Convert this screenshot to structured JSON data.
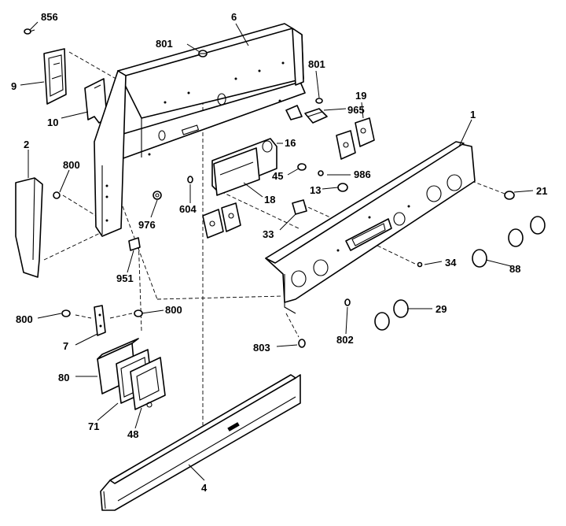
{
  "callouts": {
    "c856": "856",
    "c6": "6",
    "c801a": "801",
    "c801b": "801",
    "c9": "9",
    "c965": "965",
    "c19": "19",
    "c10": "10",
    "c1": "1",
    "c2": "2",
    "c16": "16",
    "c800a": "800",
    "c45": "45",
    "c986": "986",
    "c18": "18",
    "c13": "13",
    "c21": "21",
    "c604": "604",
    "c976": "976",
    "c33": "33",
    "c88": "88",
    "c34": "34",
    "c951": "951",
    "c800b": "800",
    "c800c": "800",
    "c29": "29",
    "c7": "7",
    "c802": "802",
    "c803": "803",
    "c80": "80",
    "c71": "71",
    "c48": "48",
    "c4": "4"
  }
}
